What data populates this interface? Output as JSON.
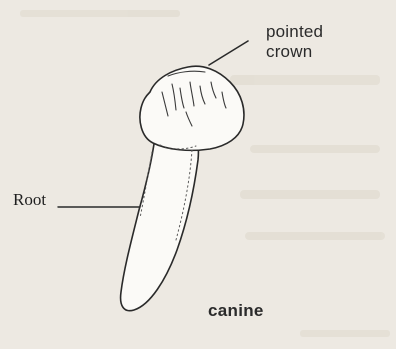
{
  "labels": {
    "crown_line1": "pointed",
    "crown_line2": "crown",
    "root": "Root",
    "tooth": "canine"
  },
  "colors": {
    "paper": "#ede9e2",
    "ink": "#2b2b2b"
  }
}
